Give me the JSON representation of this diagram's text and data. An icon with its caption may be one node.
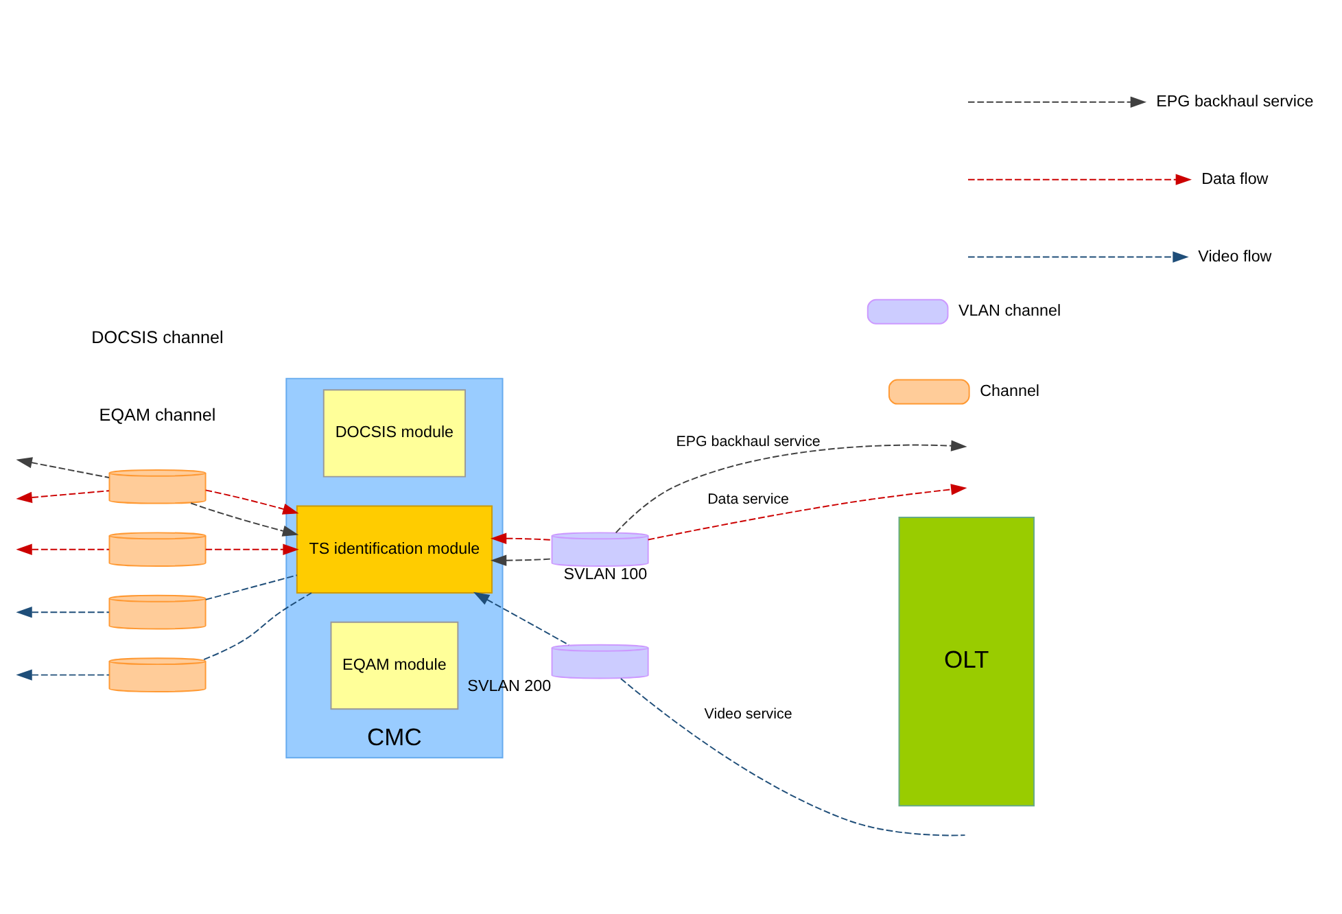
{
  "diagram": {
    "nodes": [
      {
        "text": [
          "CMC"
        ]
      },
      {
        "text": [
          "DOCSIS module"
        ],
        "in": 0
      },
      {
        "text": [
          "EQAM module"
        ],
        "in": 0
      },
      {
        "text": [
          "TS identification module"
        ],
        "in": 0
      },
      {
        "text": [
          "OLT"
        ]
      },
      {
        "text": [],
        "shape": "cylinder"
      },
      {
        "text": [],
        "shape": "cylinder"
      },
      {
        "text": [],
        "shape": "cylinder"
      },
      {
        "text": [],
        "shape": "cylinder"
      },
      {
        "text": [],
        "shape": "cylinder",
        "beside": [
          "SVLAN 100"
        ]
      },
      {
        "text": [],
        "shape": "cylinder",
        "beside": [
          "SVLAN 200"
        ]
      }
    ],
    "edges": [
      {
        "from": 5,
        "to": null,
        "arrow": "to",
        "style": "dashed",
        "color": "#404040"
      },
      {
        "from": 5,
        "to": 3,
        "arrow": "to",
        "style": "dashed",
        "color": "#404040"
      },
      {
        "from": 5,
        "to": null,
        "arrow": "to",
        "style": "dashed",
        "color": "#cc0000"
      },
      {
        "from": 5,
        "to": 3,
        "arrow": "to",
        "style": "dashed",
        "color": "#cc0000"
      },
      {
        "from": 6,
        "to": null,
        "arrow": "to",
        "style": "dashed",
        "color": "#cc0000"
      },
      {
        "from": 6,
        "to": 3,
        "arrow": "to",
        "style": "dashed",
        "color": "#cc0000"
      },
      {
        "from": 7,
        "to": null,
        "arrow": "to",
        "style": "dashed",
        "color": "#1f4e79"
      },
      {
        "from": 3,
        "to": 7,
        "arrow": "none",
        "style": "dashed",
        "color": "#1f4e79"
      },
      {
        "from": 8,
        "to": null,
        "arrow": "to",
        "style": "dashed",
        "color": "#1f4e79"
      },
      {
        "from": 3,
        "to": 8,
        "arrow": "none",
        "style": "dashed",
        "color": "#1f4e79"
      },
      {
        "from": 9,
        "to": 3,
        "arrow": "to",
        "style": "dashed",
        "color": "#404040"
      },
      {
        "from": 9,
        "to": null,
        "arrow": "to",
        "style": "dashed",
        "color": "#404040",
        "label": "EPG backhaul service"
      },
      {
        "from": 9,
        "to": 3,
        "arrow": "to",
        "style": "dashed",
        "color": "#cc0000"
      },
      {
        "from": 9,
        "to": null,
        "arrow": "to",
        "style": "dashed",
        "color": "#cc0000",
        "label": "Data service"
      },
      {
        "from": 10,
        "to": 3,
        "arrow": "to",
        "style": "dashed",
        "color": "#1f4e79"
      },
      {
        "from": null,
        "to": 10,
        "arrow": "none",
        "style": "dashed",
        "color": "#1f4e79",
        "label": "Video service"
      }
    ],
    "labels": [
      "DOCSIS channel",
      "EQAM channel"
    ],
    "legend": [
      {
        "text": "EPG backhaul service"
      },
      {
        "text": "Data flow"
      },
      {
        "text": "Video flow"
      },
      {
        "text": "VLAN channel"
      },
      {
        "text": "Channel"
      }
    ]
  }
}
